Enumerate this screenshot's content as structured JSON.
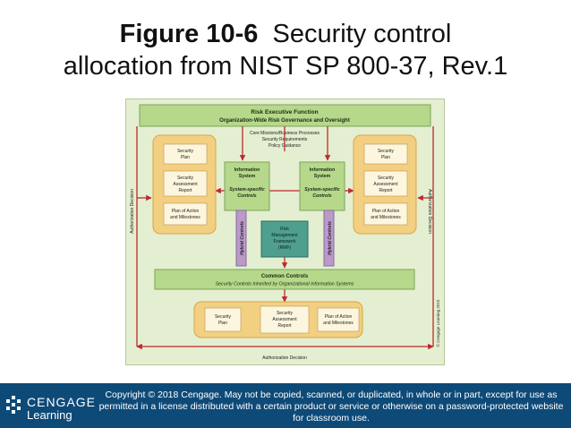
{
  "slide": {
    "title_bold": "Figure 10-6",
    "title_rest": "Security control",
    "title_line2": "allocation from NIST SP 800-37, Rev.1"
  },
  "diagram": {
    "risk_exec_line1": "Risk Executive Function",
    "risk_exec_line2": "Organization-Wide Risk Governance and Oversight",
    "core_line1": "Core Missions/Business Processes",
    "core_line2": "Security Requirements",
    "core_line3": "Policy Guidance",
    "left_side_label": "Authorization Decision",
    "right_side_label": "Authorization Decision",
    "bottom_label": "Authorization Decision",
    "left_group": [
      [
        "Security",
        "Plan"
      ],
      [
        "Security",
        "Assessment",
        "Report"
      ],
      [
        "Plan of Action",
        "and Milestones"
      ]
    ],
    "right_group": [
      [
        "Security",
        "Plan"
      ],
      [
        "Security",
        "Assessment",
        "Report"
      ],
      [
        "Plan of Action",
        "and Milestones"
      ]
    ],
    "info_system_1": [
      "Information",
      "System"
    ],
    "info_system_2": [
      "Information",
      "System"
    ],
    "system_specific": [
      "System-specific",
      "Controls"
    ],
    "hybrid_label": "Hybrid Controls",
    "rmf": [
      "Risk",
      "Management",
      "Framework",
      "(RMF)"
    ],
    "common_title": "Common Controls",
    "common_sub": "Security Controls Inherited by Organizational Information Systems",
    "bottom_group": [
      [
        "Security",
        "Plan"
      ],
      [
        "Security",
        "Assessment",
        "Report"
      ],
      [
        "Plan of Action",
        "and Milestones"
      ]
    ],
    "credit": "© Cengage Learning 2015"
  },
  "footer": {
    "logo_line1": "CENGAGE",
    "logo_line2": "Learning",
    "copyright": "Copyright © 2018 Cengage. May not be copied, scanned, or duplicated, in whole or in part, except for use as permitted in a license distributed with a certain product or service or otherwise on a password-protected website for classroom use."
  },
  "colors": {
    "figure_bg": "#e3efd0",
    "green_box": "#b5d88a",
    "orange_panel": "#f3cf82",
    "cream_box": "#fdf6de",
    "rmf_box": "#4f9f8f",
    "hybrid_bar": "#b99ac8",
    "arrow_red": "#c0282e",
    "footer_bg": "#0e4a78"
  }
}
